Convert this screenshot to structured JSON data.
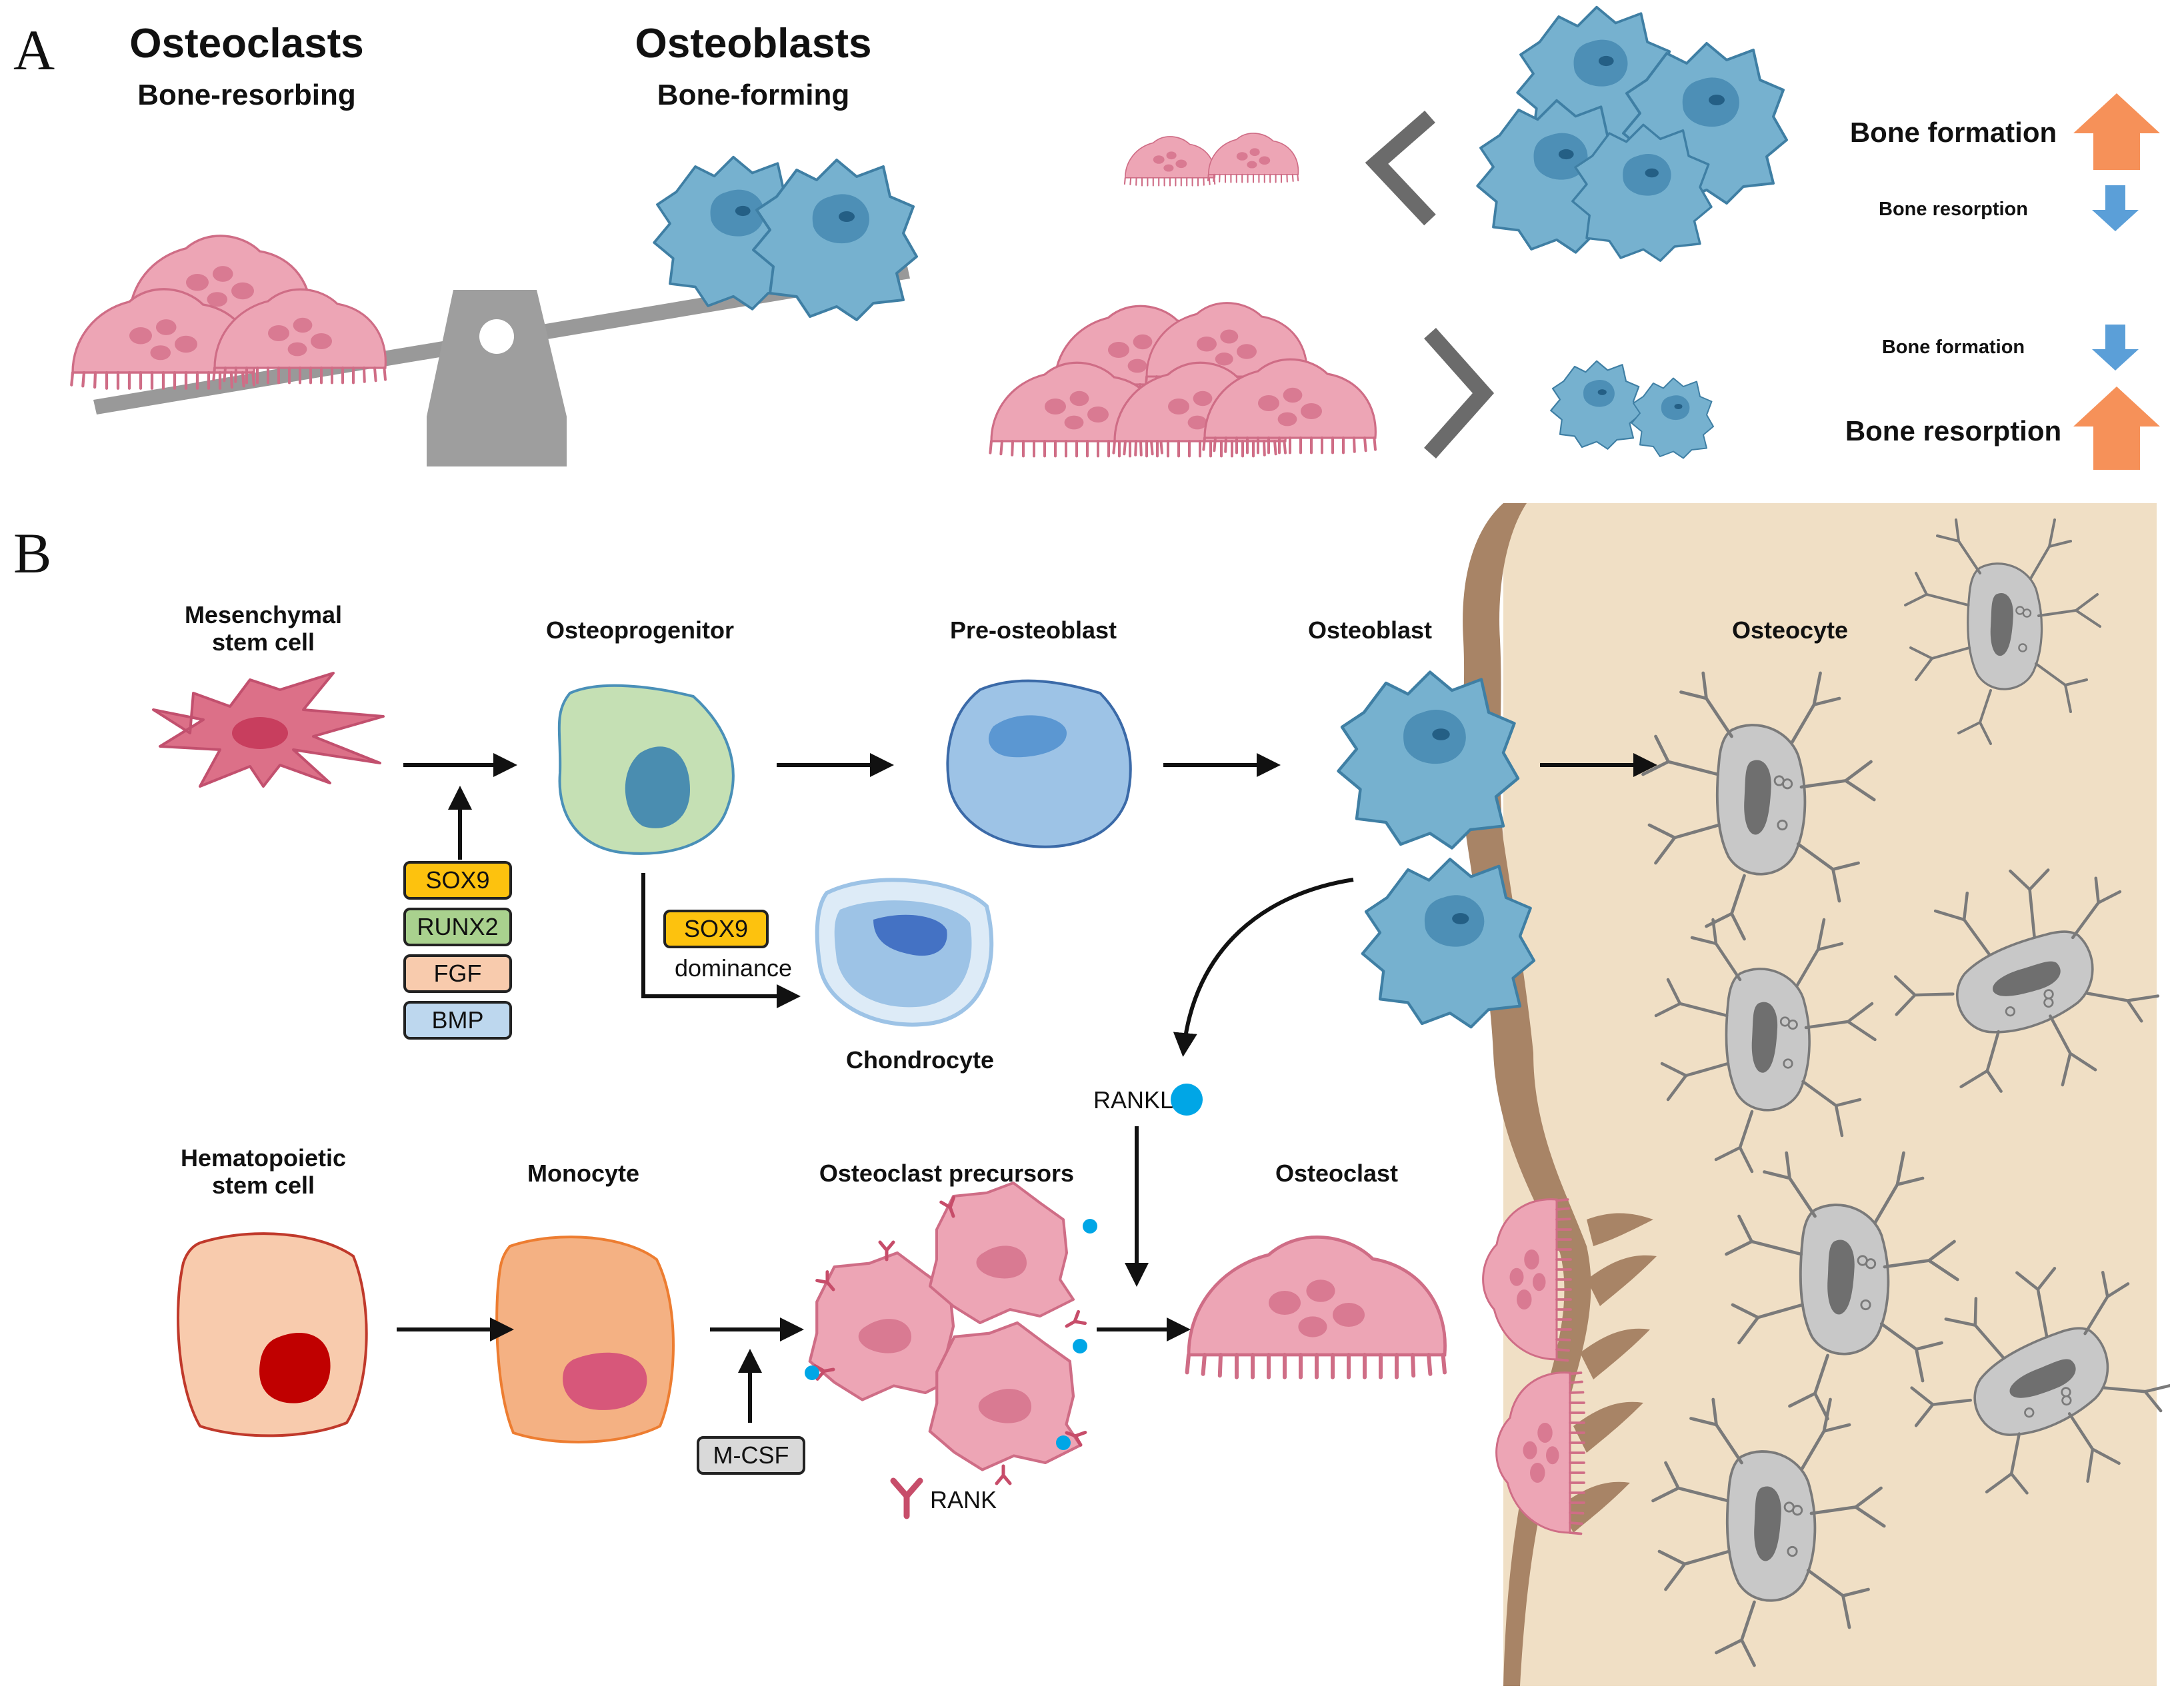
{
  "panel_a": {
    "letter": "A",
    "osteoclasts_title": "Osteoclasts",
    "osteoclasts_sub": "Bone-resorbing",
    "osteoblasts_title": "Osteoblasts",
    "osteoblasts_sub": "Bone-forming",
    "top_case": {
      "big_label": "Bone formation",
      "small_label": "Bone resorption"
    },
    "bottom_case": {
      "small_label": "Bone formation",
      "big_label": "Bone resorption"
    }
  },
  "panel_b": {
    "letter": "B",
    "cells": {
      "msc": "Mesenchymal stem cell",
      "osteoprogenitor": "Osteoprogenitor",
      "preosteoblast": "Pre-osteoblast",
      "osteoblast": "Osteoblast",
      "osteocyte": "Osteocyte",
      "chondrocyte": "Chondrocyte",
      "hsc": "Hematopoietic stem cell",
      "monocyte": "Monocyte",
      "oc_precursors": "Osteoclast precursors",
      "osteoclast": "Osteoclast"
    },
    "factors": [
      "SOX9",
      "RUNX2",
      "FGF",
      "BMP"
    ],
    "sox9_branch": {
      "factor": "SOX9",
      "note": "dominance"
    },
    "mcsf": "M-CSF",
    "rankl": "RANKL",
    "rank": "RANK"
  },
  "colors": {
    "osteoclast_pink": "#eda5b5",
    "osteoblast_blue": "#76b1cf",
    "osteocyte_gray": "#c8c8c8",
    "bone_matrix": "#f0dfc5",
    "bone_edge": "#a88466",
    "arrow_up_orange": "#f69159",
    "arrow_down_blue": "#5b9fd8",
    "sox9": "#fdc20e",
    "runx2": "#a9d18e",
    "fgf": "#f8cbad",
    "bmp": "#bdd7ee",
    "mcsf": "#d9d9d9"
  }
}
